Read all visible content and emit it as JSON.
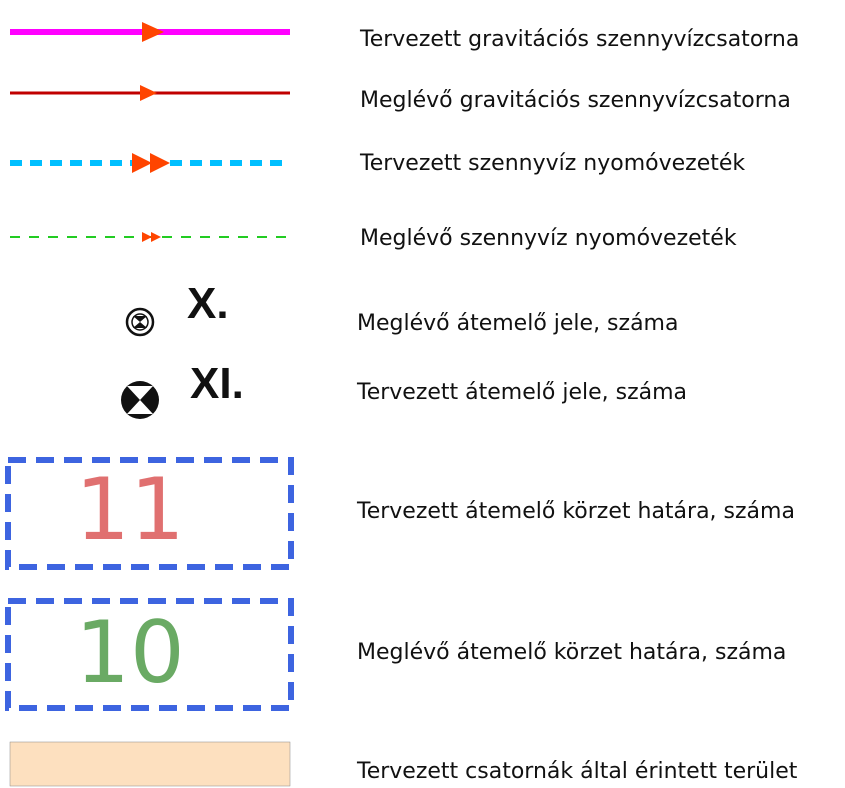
{
  "legend": {
    "items": [
      {
        "label": "Tervezett gravitációs szennyvízcsatorna",
        "symbol": "line-arrow",
        "color": "#ff00ff"
      },
      {
        "label": "Meglévő gravitációs szennyvízcsatorna",
        "symbol": "line-arrow",
        "color": "#c00000"
      },
      {
        "label": "Tervezett szennyvíz nyomóvezeték",
        "symbol": "dashed-line-double-arrow",
        "color": "#00bfff"
      },
      {
        "label": "Meglévő szennyvíz nyomóvezeték",
        "symbol": "dashed-line-double-arrow",
        "color": "#22cc22"
      },
      {
        "label": "Meglévő átemelő jele, száma",
        "symbol": "pump-station-existing-icon",
        "number": "X."
      },
      {
        "label": "Tervezett átemelő jele, száma",
        "symbol": "pump-station-planned-icon",
        "number": "XI."
      },
      {
        "label": "Tervezett átemelő körzet határa, száma",
        "symbol": "dashed-box",
        "number": "11",
        "number_color": "#e07070"
      },
      {
        "label": "Meglévő átemelő körzet határa, száma",
        "symbol": "dashed-box",
        "number": "10",
        "number_color": "#6aaa64"
      },
      {
        "label": "Tervezett csatornák által érintett terület",
        "symbol": "filled-box",
        "color": "#fde0bf"
      }
    ],
    "arrow_color": "#ff4500",
    "box_border_color": "#3d64e0"
  }
}
